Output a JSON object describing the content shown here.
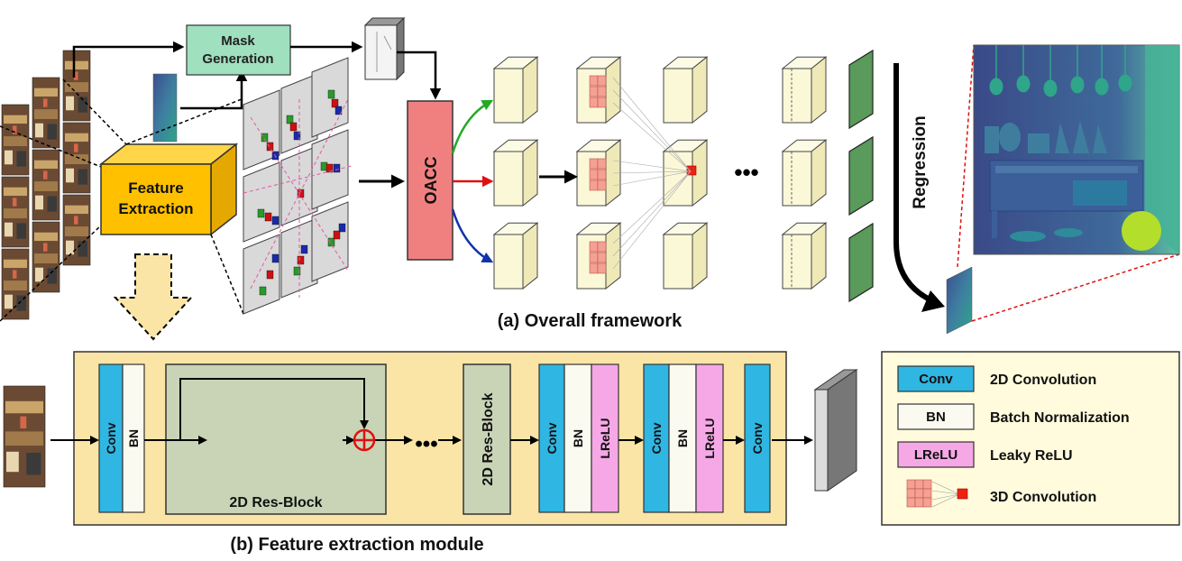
{
  "top": {
    "mask_generation": [
      "Mask",
      "Generation"
    ],
    "feature_extraction": [
      "Feature",
      "Extraction"
    ],
    "oacc": "OACC",
    "regression": "Regression",
    "dots": "•••",
    "caption": "(a) Overall framework"
  },
  "module": {
    "conv": "Conv",
    "bn": "BN",
    "lrelu": "LReLU",
    "res_block": "2D Res-Block",
    "dots": "•••",
    "caption": "(b) Feature  extraction module"
  },
  "legend": {
    "items": [
      {
        "tag": "Conv",
        "desc": "2D Convolution"
      },
      {
        "tag": "BN",
        "desc": "Batch Normalization"
      },
      {
        "tag": "LReLU",
        "desc": "Leaky ReLU"
      },
      {
        "tag": "",
        "desc": "3D Convolution"
      }
    ]
  },
  "colors": {
    "conv": "#2fb6e3",
    "bn": "#fbfaf0",
    "lrelu": "#f6a8e6",
    "module_bg": "#fbe5a6",
    "resblock_bg": "#c9d4b6",
    "feature_box": "#ffc000",
    "oacc": "#f08080",
    "mask_box": "#9fe0bf",
    "cube": "#fbf8d8",
    "green_panel": "#5a9a5a",
    "legend_bg": "#fffbdc",
    "arrow_green": "#22aa22",
    "arrow_red": "#dd1111",
    "arrow_blue": "#1133aa"
  }
}
